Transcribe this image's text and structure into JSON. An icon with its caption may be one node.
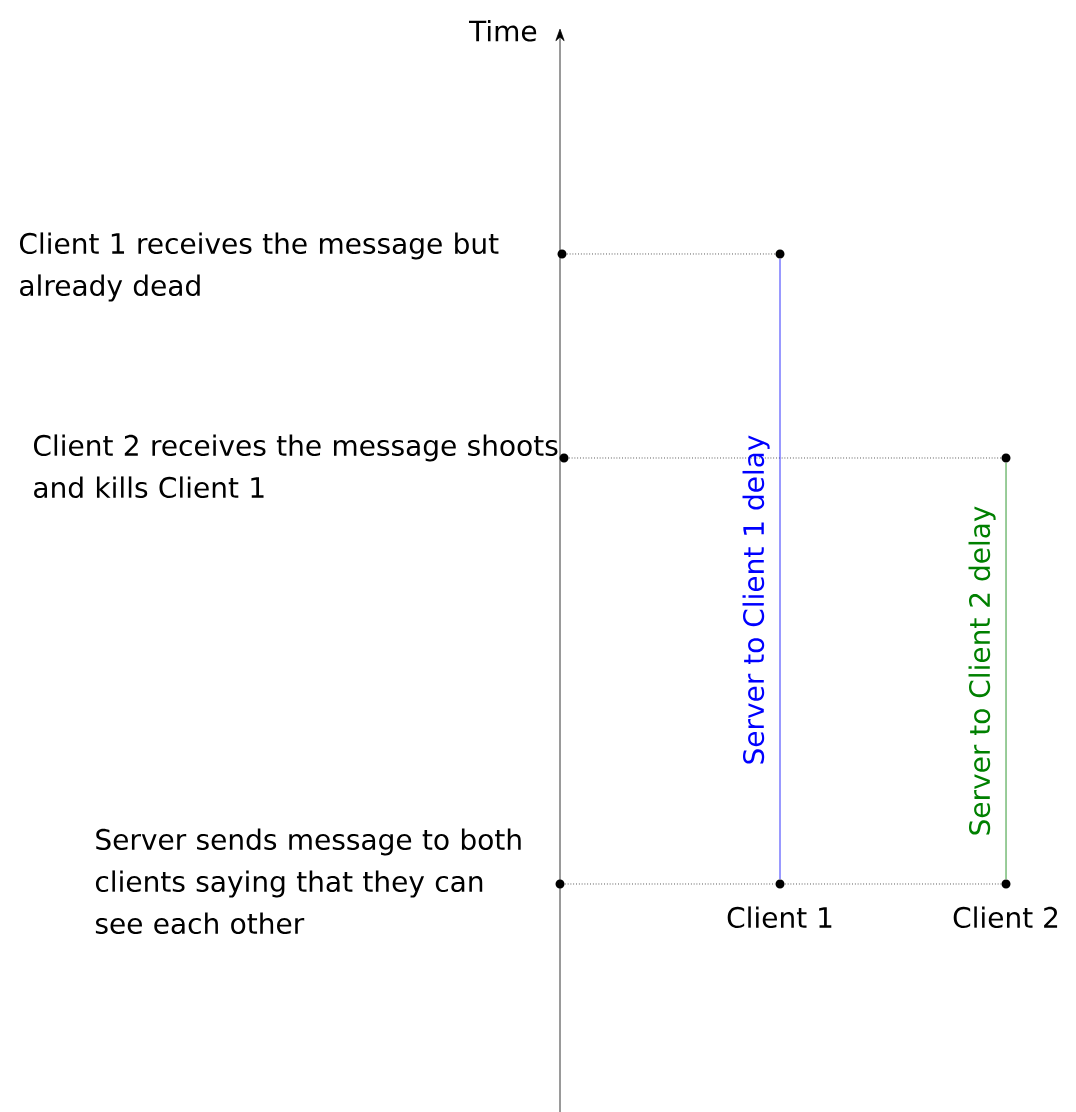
{
  "diagram": {
    "nodes": [
      {
        "text": [],
        "shape": "circle",
        "beside": [
          "Client 1 receives the message but already dead"
        ]
      },
      {
        "text": [],
        "shape": "circle",
        "beside": [
          "Client 2 receives the message shoots and kills Client 1"
        ]
      },
      {
        "text": [],
        "shape": "circle",
        "beside": [
          "Server sends message to both clients saying that they can see each other"
        ]
      },
      {
        "text": [],
        "shape": "circle"
      },
      {
        "text": [],
        "shape": "circle"
      },
      {
        "text": [],
        "shape": "circle",
        "beside": [
          "Client 1"
        ]
      },
      {
        "text": [],
        "shape": "circle",
        "beside": [
          "Client 2"
        ]
      }
    ],
    "edges": [
      {
        "from": 0,
        "to": 3,
        "arrow": "none",
        "style": "dashed"
      },
      {
        "from": 1,
        "to": 4,
        "arrow": "none",
        "style": "dashed"
      },
      {
        "from": 2,
        "to": 5,
        "arrow": "none",
        "style": "dashed"
      },
      {
        "from": 5,
        "to": 6,
        "arrow": "none",
        "style": "dashed"
      },
      {
        "from": 5,
        "to": 3,
        "arrow": "none",
        "label": "Server to Client 1 delay",
        "color": "#0000ff"
      },
      {
        "from": 6,
        "to": 4,
        "arrow": "none",
        "label": "Server to Client 2 delay",
        "color": "#008000"
      }
    ],
    "labels": [
      "Time"
    ]
  }
}
